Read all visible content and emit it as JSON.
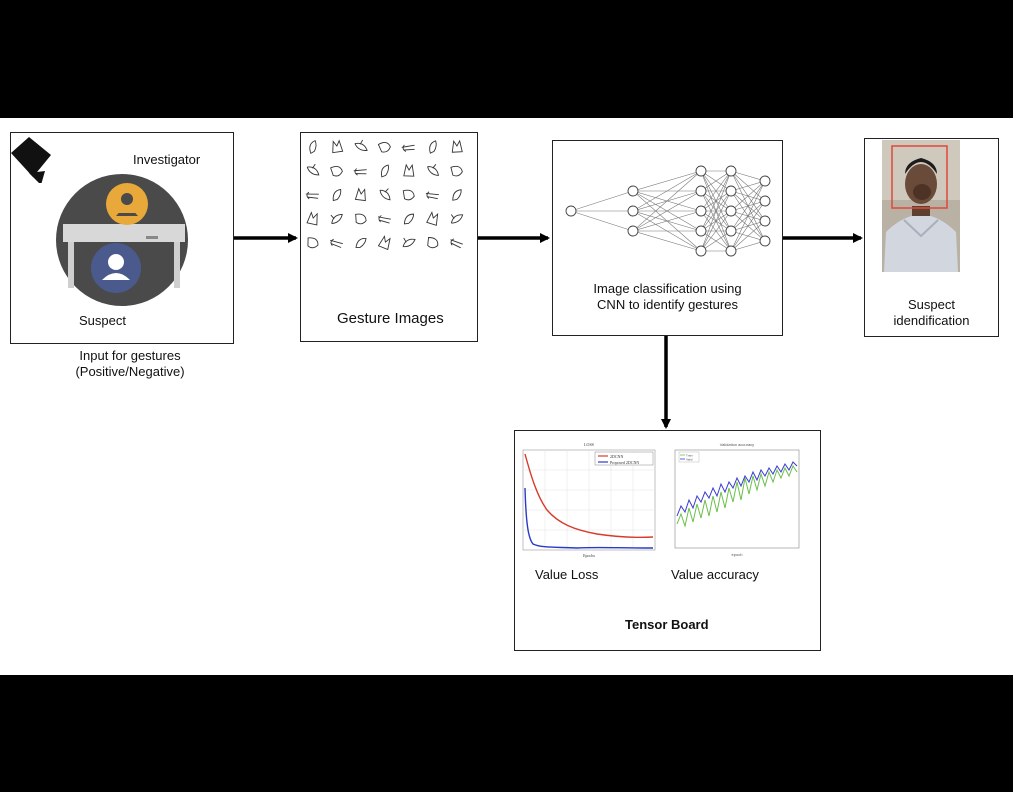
{
  "diagram": {
    "input_box": {
      "investigator_label": "Investigator",
      "suspect_label": "Suspect",
      "caption_line1": "Input for gestures",
      "caption_line2": "(Positive/Negative)",
      "icons": [
        "camera-icon",
        "investigator-avatar-icon",
        "suspect-avatar-icon",
        "desk-icon"
      ],
      "colors": {
        "circle": "#4a4a4a",
        "investigator": "#e8a93a",
        "suspect": "#4a5a8c"
      }
    },
    "gesture_box": {
      "label": "Gesture Images",
      "icons": [
        "hand-gesture-icon"
      ]
    },
    "cnn_box": {
      "label_line1": "Image classification using",
      "label_line2": "CNN to identify gestures",
      "layers": [
        1,
        3,
        5,
        5,
        4
      ]
    },
    "suspect_box": {
      "label_line1": "Suspect",
      "label_line2": "idendification",
      "colors": {
        "detection_box": "#e0483c"
      }
    },
    "tensorboard_box": {
      "title": "Tensor Board",
      "loss_caption": "Value Loss",
      "accuracy_caption": "Value accuracy",
      "loss_chart": {
        "title": "LOSS",
        "legend": [
          "2DCNN",
          "Proposed 2DCNN"
        ],
        "xlabel": "Epochs",
        "colors": [
          "#d83a2a",
          "#2a3ac8"
        ]
      },
      "accuracy_chart": {
        "title": "Validation accuracy",
        "legend": [
          "Train",
          "Valid"
        ],
        "xlabel": "epoch",
        "colors": [
          "#6bbf4a",
          "#3a3ad0"
        ]
      }
    },
    "arrows": [
      "input-to-gestures",
      "gestures-to-cnn",
      "cnn-to-suspect",
      "cnn-to-tensorboard"
    ]
  }
}
